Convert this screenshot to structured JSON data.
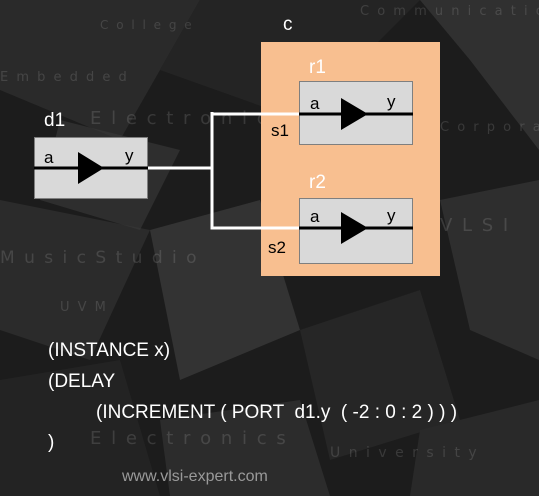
{
  "diagram": {
    "container_label": "c",
    "driver": {
      "label": "d1",
      "in_pin": "a",
      "out_pin": "y"
    },
    "receivers": [
      {
        "label": "r1",
        "in_pin": "a",
        "out_pin": "y",
        "net": "s1"
      },
      {
        "label": "r2",
        "in_pin": "a",
        "out_pin": "y",
        "net": "s2"
      }
    ]
  },
  "sdf": {
    "line1": "(INSTANCE x)",
    "line2": "(DELAY",
    "line3": "(INCREMENT ( PORT  d1.y  ( -2 : 0 : 2 ) ) )",
    "line4": ")"
  },
  "watermark": {
    "url": "www.vlsi-expert.com"
  },
  "colors": {
    "background": "#1c1c1c",
    "container_fill": "#f8bf90",
    "block_fill": "#d9d9d9",
    "wire": "#ffffff",
    "text": "#ffffff"
  }
}
